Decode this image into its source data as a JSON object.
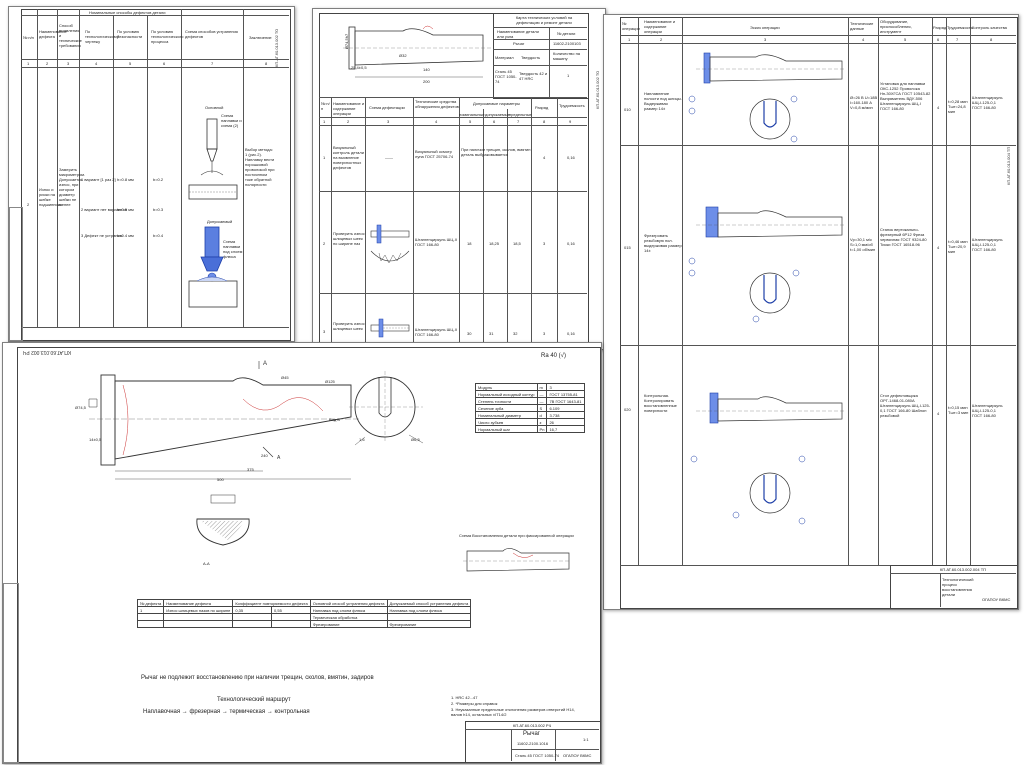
{
  "sheet1": {
    "code_rot": "КП.АТ.60.013.002 ТО",
    "headers": [
      "№ п/п",
      "Наименование дефекта",
      "Способ выявления и технические требования",
      "По технологическому чертежу",
      "По условию безопасности",
      "По условию технологического процесса",
      "Схема способов устранения дефектов",
      "Заключение"
    ],
    "header_group": "Номинальные способы дефектов детали",
    "col_nums": [
      "1",
      "2",
      "3",
      "4",
      "5",
      "6",
      "7",
      "8"
    ],
    "row_num": "2",
    "defect": "Износ и риски на шейке подшипника",
    "method": "Замерить микрометром. Допускается износ, при котором диаметр шейки не менее",
    "values": [
      "1 вариант [1 раз 2]",
      "2 вариант нет вариантов",
      "3 Дефект не устраним"
    ],
    "vals2": [
      "h=0.8 мм",
      "h=0.5 мм",
      "h=0.4 мм"
    ],
    "vals3": [
      "b=0.2",
      "b=0.3",
      "b=0.4"
    ],
    "scheme_title": "Основной",
    "scheme_note": "Схема наплавки и схема (2)",
    "scheme_title2": "Допускаемый",
    "scheme_note2": "Схема наплавки под слоем флюса",
    "conclusion": "Выбор метода: 1 (рис.2). Наплавку вести порошковой проволокой при постоянном токе обратной полярности"
  },
  "sheet2": {
    "code_rot": "КП.АТ.60.013.002 ТО",
    "card_title": "Карта технических условий на дефектацию и ремонт детали",
    "name_label": "Наименование детали или узла",
    "num_label": "№ детали",
    "name": "Рычаг",
    "num": "11602-2100103",
    "mat_label": "Материал",
    "hard_label": "Твердость",
    "qty_label": "Количество на машину",
    "mat": "Сталь 45 ГОСТ 1050-74",
    "hard": "Твердость 42 и 47 HRC",
    "qty": "1",
    "headers": [
      "№ п/п",
      "Наименование и содержание операции",
      "Схема дефектации",
      "Технические средства обнаружения дефектов",
      "Допускаемые параметры",
      "",
      "",
      "Разряд",
      "Трудоемкость"
    ],
    "sub": [
      "номинальные",
      "допускаемые",
      "предельные"
    ],
    "col_nums": [
      "1",
      "2",
      "3",
      "4",
      "5",
      "6",
      "7",
      "8",
      "9"
    ],
    "rows": [
      {
        "n": "1",
        "op": "Визуальный контроль детали на выявление поверхностных дефектов",
        "scheme": "——",
        "tools": "Визуальный осмотр лупа ГОСТ 25706-74",
        "params": "При наличии трещин, сколов, вмятин деталь выбраковывается",
        "grade": "4",
        "time": "0,16"
      },
      {
        "n": "2",
        "op": "Проверить износ шлицевых шеек по ширине паз",
        "scheme": "",
        "tools": "Штангенциркуль ШЦ-II ГОСТ 166-80",
        "p1": "18",
        "p2": "18,25",
        "p3": "18,5",
        "grade": "3",
        "time": "0,16"
      },
      {
        "n": "3",
        "op": "Проверить износ шлицевых шеек",
        "scheme": "",
        "tools": "Штангенциркуль ШЦ-II ГОСТ 166-80",
        "p1": "30",
        "p2": "31",
        "p3": "32",
        "grade": "3",
        "time": "0,16"
      }
    ],
    "dims": [
      "Ø74,5h7",
      "25,4±0,5",
      "Ø32",
      "140",
      "Ø45",
      "200"
    ]
  },
  "sheet3": {
    "code_rot": "КП.АТ.60.013.004 ТП",
    "headers": [
      "№ операции",
      "Наименование и содержание операции",
      "Эскиз операции",
      "Технические данные",
      "Оборудование, приспособления, инструмент",
      "Разряд",
      "Трудоемкость",
      "Контроль качества"
    ],
    "col_nums": [
      "1",
      "2",
      "3",
      "4",
      "5",
      "6",
      "7",
      "8"
    ],
    "rows": [
      {
        "n": "010",
        "op": "Наплавление полости под шлицы. Выдерживая размер 14±",
        "tech": "Ø=26 В U=18В I=160-180 А V=0,8 м/мин",
        "equip": "Установка для наплавки ОКС-1252 Проволока Нп-30ХГСА ГОСТ 10543-82 Выпрямитель ВДУ-506 Штангенциркуль ШЦ-I ГОСТ 166-80",
        "grade": "4",
        "time": "t=0,28 мин Тшт=24,8 мин",
        "qc": "Штангенциркуль ШЦ-I-125-0,1 ГОСТ 166-80"
      },
      {
        "n": "015",
        "op": "Фрезеровать резьбовую пол. выдерживая размер 14±",
        "tech": "Vр=30,1 м/с S=1,0 мм/об t=1,00 об/мин",
        "equip": "Станок вертикально-фрезерный 6Р12 Фреза червячная ГОСТ 9324-80 Тиски ГОСТ 16518-96",
        "grade": "4",
        "time": "t=0,46 мин Тшт=20,9 мин",
        "qc": "Штангенциркуль ШЦ-I-125-0,1 ГОСТ 166-80"
      },
      {
        "n": "020",
        "op": "Контрольная. Контролировать восстановленные поверхности",
        "tech": "",
        "equip": "Стол дефектовщика ОРГ-1468-01-080А Штангенциркуль ШЦ-I-125-0,1 ГОСТ 166-80 Шаблон резьбовой",
        "grade": "4",
        "time": "t=0,15 мин Тшт=3 мин",
        "qc": "Штангенциркуль ШЦ-I-125-0,1 ГОСТ 166-80"
      }
    ],
    "tb_code": "КП.АТ.60.013.002.004 ТП",
    "tb_title": "Технологический процесс восстановления детали",
    "tb_org": "ОГАПОУ ВКМС"
  },
  "sheet4": {
    "code_rot": "КП.АТ.60.013.002 РЧ",
    "roughness": "Ra 40 (√)",
    "param_table": [
      [
        "Модуль",
        "m",
        "3"
      ],
      [
        "Нормальный исходный контур",
        "—",
        "ГОСТ 13755-81"
      ],
      [
        "Степень точности",
        "—",
        "7В ГОСТ 1643-81"
      ],
      [
        "Сечение зуба",
        "S",
        "6.109"
      ],
      [
        "Номинальный диаметр",
        "d",
        "3.738"
      ],
      [
        "Число зубьев",
        "z",
        "26"
      ],
      [
        "Нормальный шаг",
        "Pn",
        "16,7"
      ]
    ],
    "dims": [
      "Ø74,5",
      "14±0,5",
      "Ø125",
      "Ø45",
      "240",
      "375",
      "500",
      "Ø6,5",
      "1,6",
      "Вид Б",
      "А-А",
      "А"
    ],
    "scheme_caption": "Схема Восстановления детали при фиксированной операции",
    "def_table_headers": [
      "№ дефекта",
      "Наименование дефекта",
      "Коэффициент повторяемости дефекта",
      "Основной способ устранения дефекта",
      "Допускаемый способ устранения дефекта"
    ],
    "def_rows": [
      [
        "1",
        "Износ шлицевых пазов по ширине",
        "0,35",
        "0,55",
        "Наплавка под слоем флюса",
        "Наплавка под слоем флюса"
      ],
      [
        "",
        "",
        "",
        "",
        "Термическая обработка",
        ""
      ],
      [
        "",
        "",
        "",
        "",
        "Фрезерование",
        "Фрезерование"
      ]
    ],
    "note_main": "Рычаг не подлежит восстановлению при наличии трещин, сколов, вмятин, задиров",
    "route_title": "Технологический маршрут",
    "route": "Наплавочная → фрезерная → термическая → контрольная",
    "notes": [
      "1. HRC 42...47",
      "2. *Размеры для справок",
      "3. Неуказанные предельные отклонения размеров отверстий H14, валов h14, остальных ±IT14/2"
    ],
    "tb_code": "КП.АТ.60.013.002 РЧ",
    "tb_name": "Рычаг",
    "tb_sub": "11602-2100.1016",
    "tb_mat": "Сталь 45 ГОСТ 1050-74",
    "tb_org": "ОГАПОУ ВКМС",
    "tb_scale": "1:1"
  }
}
